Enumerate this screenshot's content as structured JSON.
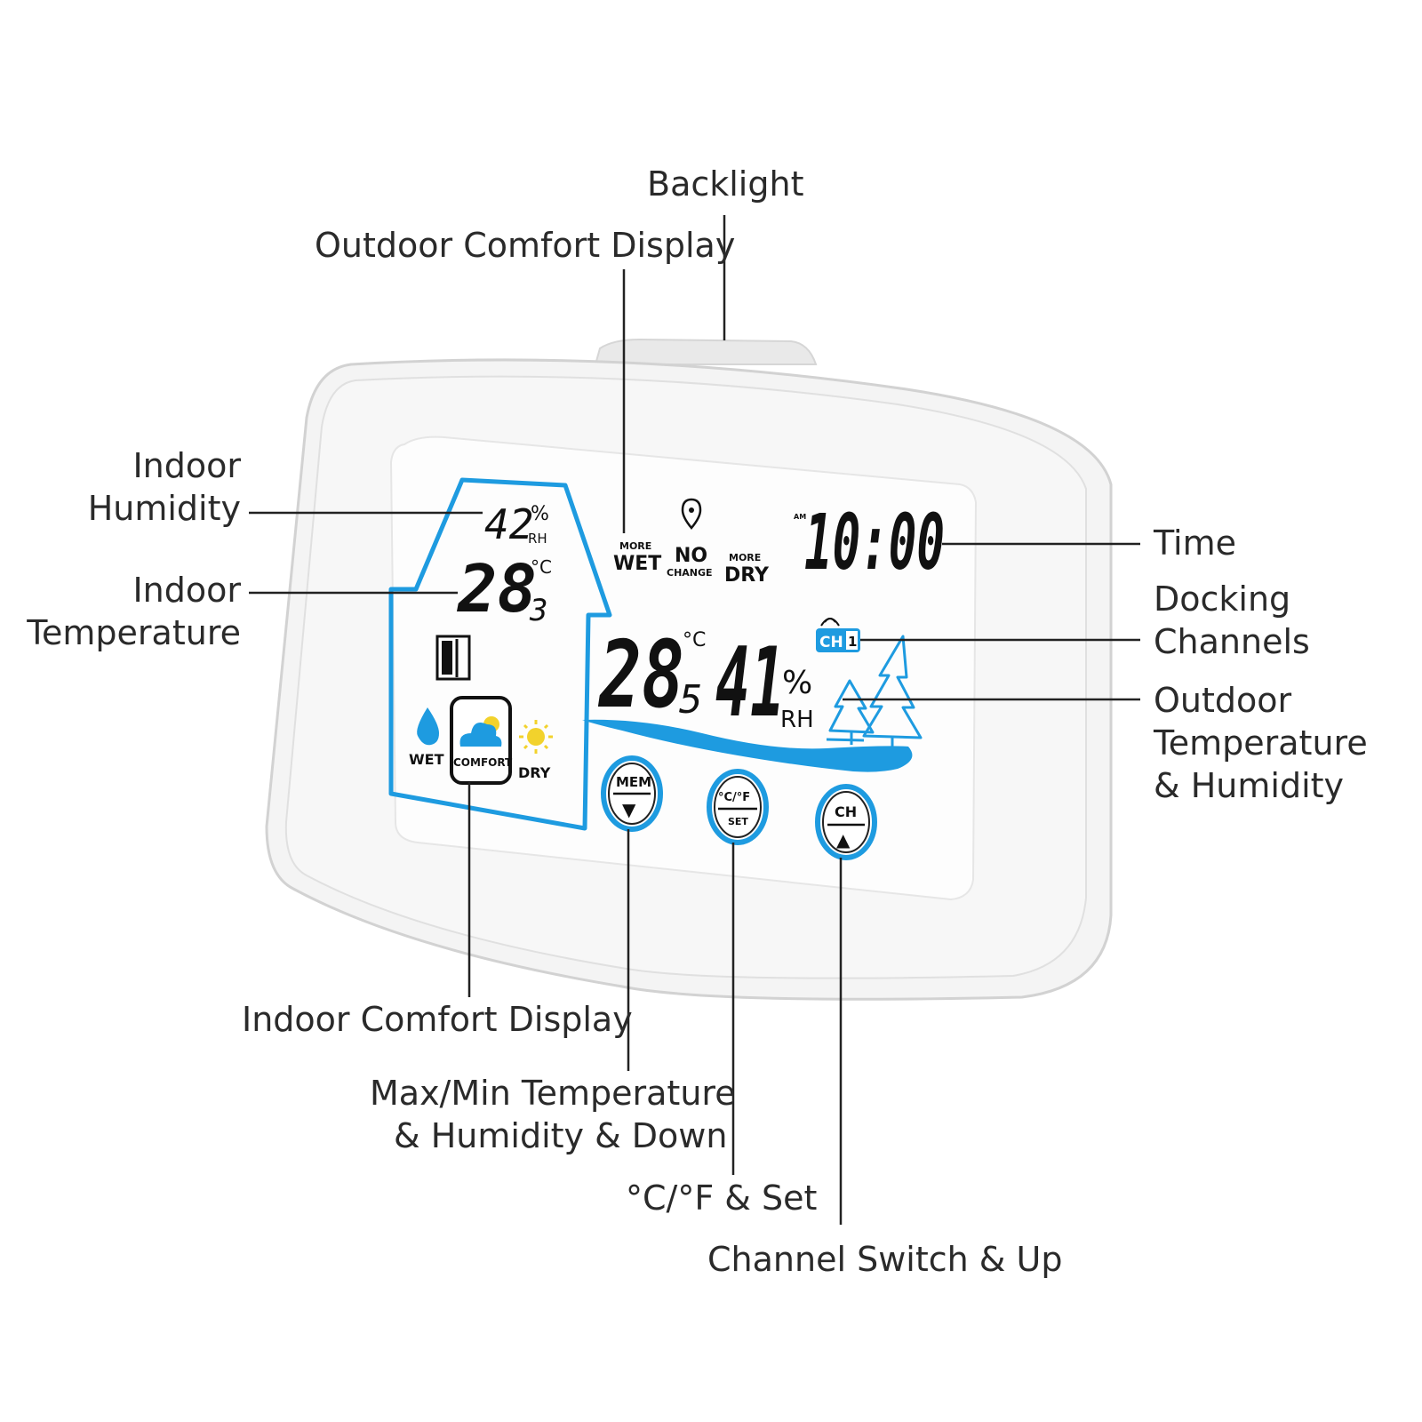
{
  "labels": {
    "backlight": "Backlight",
    "outdoor_comfort": "Outdoor Comfort Display",
    "indoor_humidity_1": "Indoor",
    "indoor_humidity_2": "Humidity",
    "indoor_temp_1": "Indoor",
    "indoor_temp_2": "Temperature",
    "time": "Time",
    "docking_1": "Docking",
    "docking_2": "Channels",
    "outdoor_th_1": "Outdoor",
    "outdoor_th_2": "Temperature",
    "outdoor_th_3": "& Humidity",
    "indoor_comfort": "Indoor Comfort Display",
    "maxmin_1": "Max/Min Temperature",
    "maxmin_2": "& Humidity & Down",
    "cf_set": "°C/°F & Set",
    "channel_up": "Channel Switch & Up"
  },
  "display": {
    "indoor_humidity": "42",
    "indoor_humidity_unit": "%",
    "indoor_humidity_rh": "RH",
    "indoor_temp": "28",
    "indoor_temp_decimal": "3",
    "indoor_temp_unit": "°C",
    "wet": "WET",
    "comfort": "COMFORT",
    "dry": "DRY",
    "more_wet_small": "MORE",
    "more_wet": "WET",
    "no_change_big": "NO",
    "no_change_small": "CHANGE",
    "more_dry_small": "MORE",
    "more_dry": "DRY",
    "am": "AM",
    "time": "10:00",
    "ch": "CH",
    "ch_num": "1",
    "outdoor_temp": "28",
    "outdoor_temp_decimal": "5",
    "outdoor_temp_unit": "°C",
    "outdoor_humidity": "41",
    "outdoor_humidity_unit": "%",
    "outdoor_humidity_rh": "RH"
  },
  "buttons": {
    "mem": "MEM",
    "mem_arrow": "▼",
    "cf": "°C/°F",
    "set": "SET",
    "ch": "CH",
    "ch_arrow": "▲"
  },
  "colors": {
    "accent_blue": "#1e9be0",
    "device_body": "#f1f1f1",
    "lcd_bg": "#fdfdfd"
  }
}
